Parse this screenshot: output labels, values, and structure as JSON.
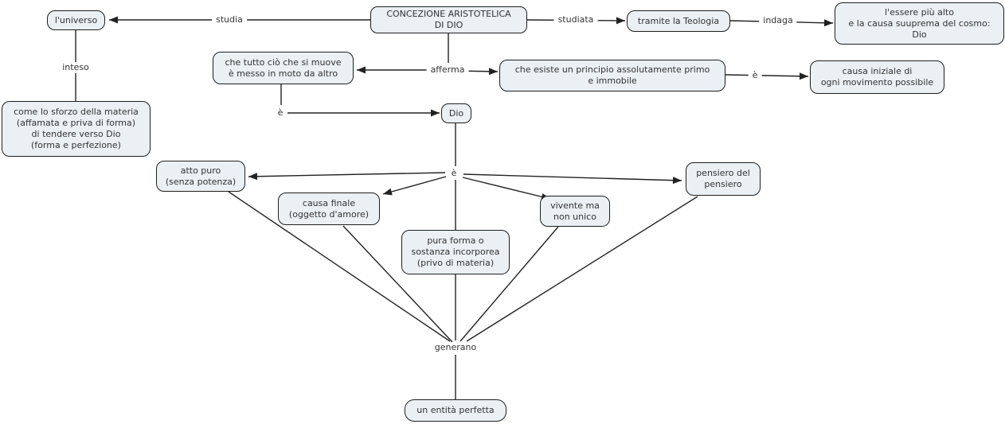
{
  "diagram": {
    "title": "CONCEZIONE ARISTOTELICA DI DIO - mappa concettuale",
    "colors": {
      "node_fill": "#eaf0f4",
      "node_border": "#1e1e1e",
      "text": "#333333",
      "line": "#222222",
      "background": "#ffffff"
    },
    "nodes": {
      "titolo": "CONCEZIONE ARISTOTELICA\nDI DIO",
      "universo": "l'universo",
      "teologia": "tramite la Teologia",
      "essere": "l'essere più alto\ne la causa suuprema del cosmo:\nDio",
      "muove": "che tutto ciò che si muove\nè messo in moto da altro",
      "principio": "che esiste un principio assolutamente primo\ne immobile",
      "causa_iniziale": "causa iniziale di\nogni movimento possibile",
      "sforzo": "come lo sforzo della materia\n(affamata e priva di forma)\ndi tendere verso Dio\n(forma e perfezione)",
      "dio": "Dio",
      "atto_puro": "atto puro\n(senza potenza)",
      "causa_finale": "causa finale\n(oggetto d'amore)",
      "pura_forma": "pura forma o\nsostanza incorporea\n(privo di materia)",
      "vivente": "vivente ma\nnon unico",
      "pensiero": "pensiero del\npensiero",
      "entita": "un entità perfetta"
    },
    "link_labels": {
      "studia": "studia",
      "studiata": "studiata",
      "indaga": "indaga",
      "inteso": "inteso",
      "afferma": "afferma",
      "e_dio": "è",
      "e_causa": "è",
      "e_hub": "è",
      "generano": "generano"
    }
  }
}
